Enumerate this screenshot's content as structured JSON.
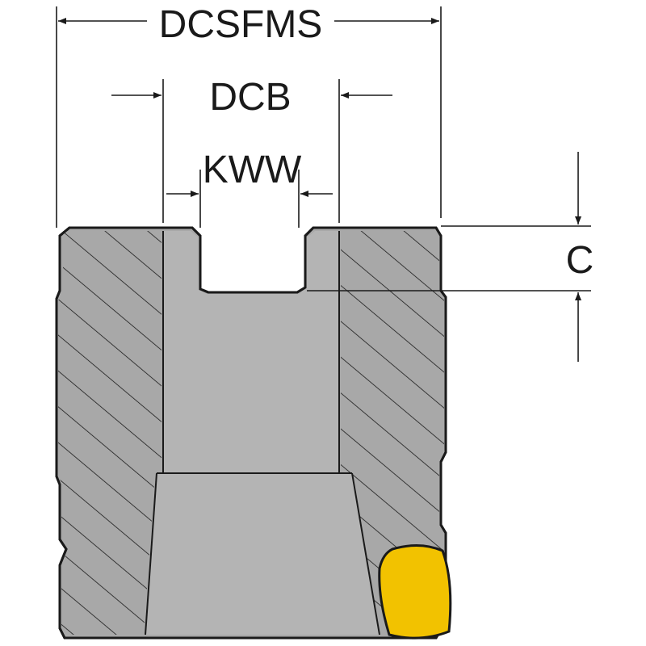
{
  "diagram": {
    "labels": {
      "dcsfms": "DCSFMS",
      "dcb": "DCB",
      "kww": "KWW",
      "c": "C"
    },
    "colors": {
      "body_fill": "#a8a8a8",
      "section_fill": "#a8a8a8",
      "inner_fill": "#b4b4b4",
      "outline": "#1a1a1a",
      "hatch": "#1a1a1a",
      "insert": "#f2c200",
      "background": "#ffffff"
    }
  }
}
